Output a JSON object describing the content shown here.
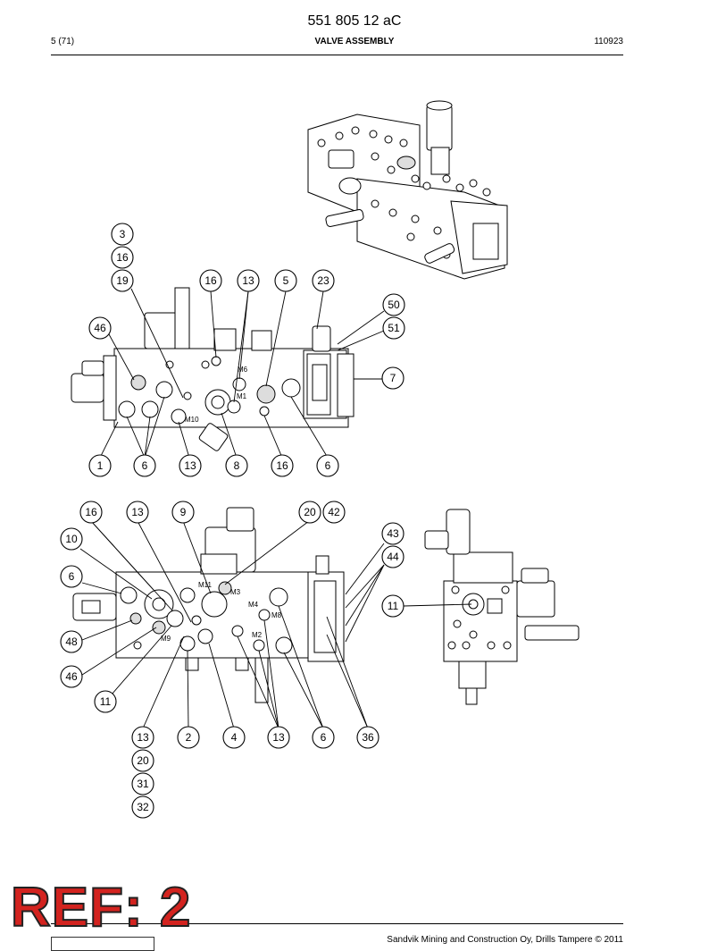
{
  "header": {
    "doc_number": "551 805 12 aC",
    "page": "5 (71)",
    "title": "VALVE ASSEMBLY",
    "date": "110923"
  },
  "footer": {
    "copyright": "Sandvik Mining and Construction Oy, Drills Tampere © 2011",
    "stamp": "REF: 2"
  },
  "port_labels": {
    "m6": "M6",
    "m1": "M1",
    "m10": "M10",
    "m11": "M11",
    "m3": "M3",
    "m4": "M4",
    "m8": "M8",
    "m2": "M2",
    "m9": "M9"
  },
  "callouts": {
    "v1": [
      "3",
      "16",
      "19",
      "16",
      "13",
      "5",
      "23",
      "50",
      "51",
      "46",
      "7",
      "1",
      "6",
      "13",
      "8",
      "16",
      "6"
    ],
    "v2": [
      "16",
      "13",
      "9",
      "20",
      "42",
      "43",
      "44",
      "10",
      "6",
      "11",
      "48",
      "46",
      "11",
      "13",
      "2",
      "4",
      "13",
      "6",
      "36",
      "20",
      "31",
      "32"
    ]
  }
}
